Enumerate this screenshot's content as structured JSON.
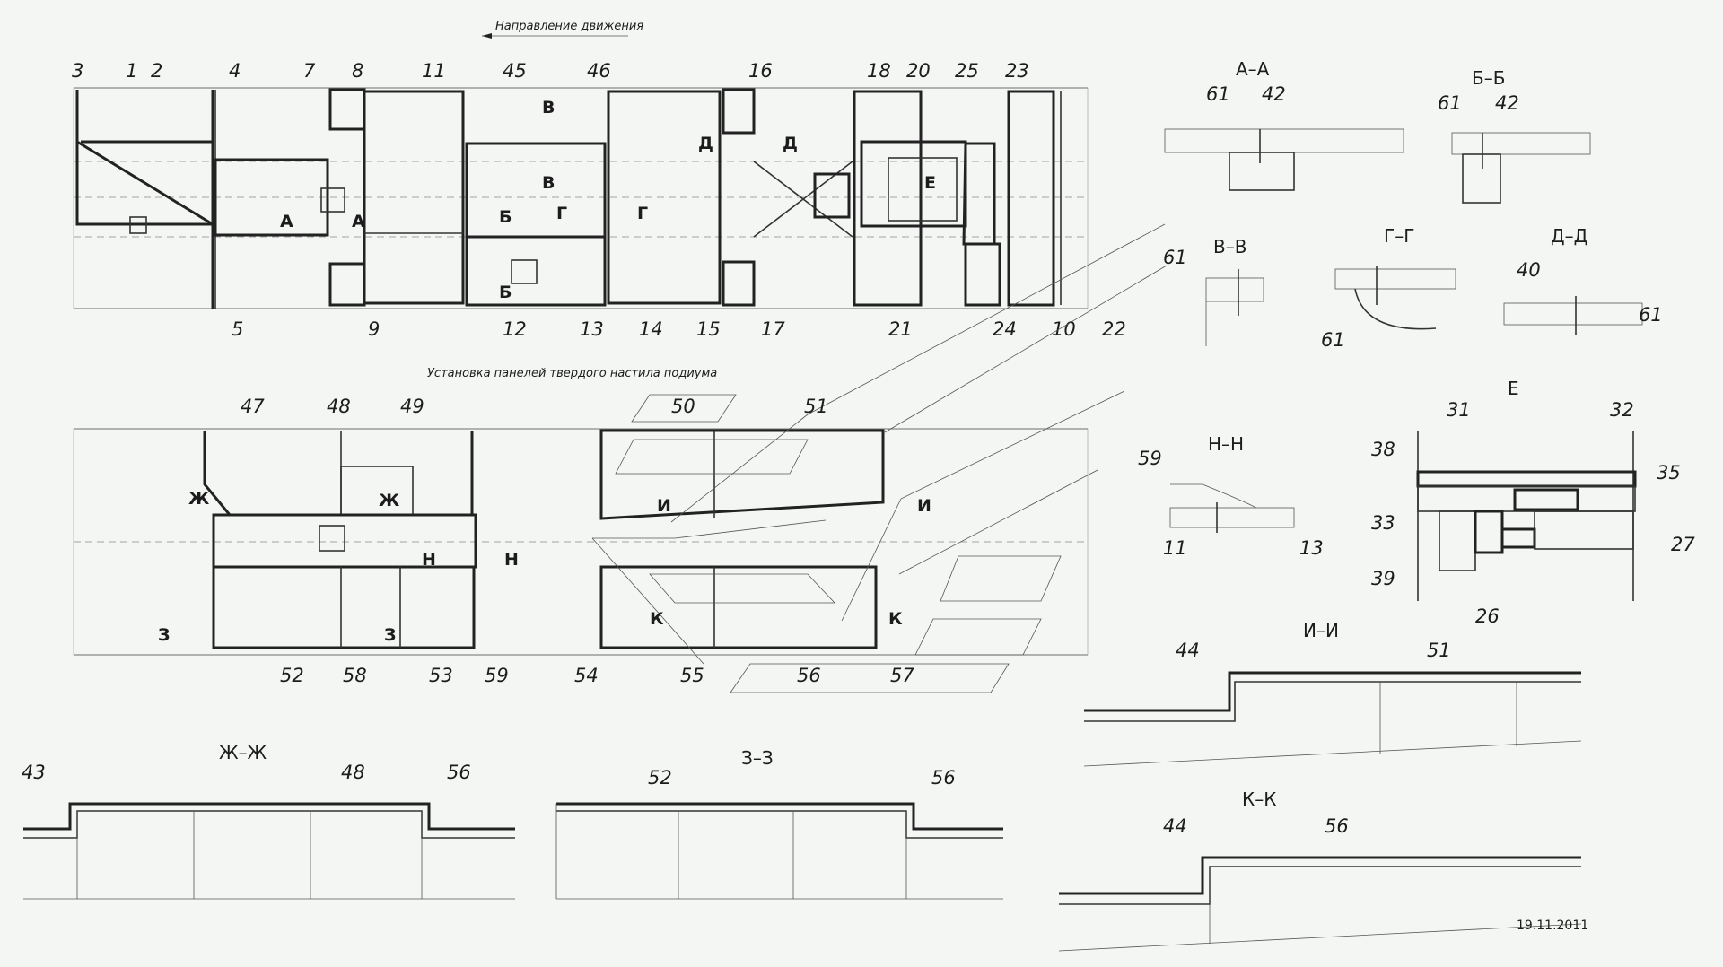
{
  "top_plan": {
    "caption": "Направление движения",
    "callouts_top": [
      "3",
      "1",
      "2",
      "4",
      "7",
      "8",
      "11",
      "45",
      "46",
      "16",
      "18",
      "20",
      "25",
      "23"
    ],
    "callouts_bottom": [
      "5",
      "9",
      "12",
      "13",
      "14",
      "15",
      "17",
      "21",
      "24",
      "10",
      "22"
    ],
    "section_marks": [
      "А",
      "А",
      "Б",
      "Б",
      "В",
      "В",
      "Г",
      "Г",
      "Д",
      "Д",
      "Е"
    ]
  },
  "podium_plan": {
    "caption": "Установка панелей твердого настила подиума",
    "callouts_top": [
      "47",
      "48",
      "49",
      "50",
      "51"
    ],
    "callouts_bottom": [
      "52",
      "58",
      "53",
      "59",
      "54",
      "55",
      "56",
      "57"
    ],
    "section_marks": [
      "Ж",
      "Ж",
      "З",
      "З",
      "Н",
      "Н",
      "И",
      "И",
      "К",
      "К"
    ]
  },
  "sections": {
    "aa": {
      "title": "А–А",
      "labels": [
        "61",
        "42"
      ]
    },
    "bb": {
      "title": "Б–Б",
      "labels": [
        "61",
        "42"
      ]
    },
    "vv": {
      "title": "В–В",
      "labels": [
        "61"
      ]
    },
    "gg": {
      "title": "Г–Г",
      "labels": [
        "61"
      ]
    },
    "dd": {
      "title": "Д–Д",
      "labels": [
        "40",
        "61"
      ]
    },
    "nn": {
      "title": "Н–Н",
      "labels": [
        "59",
        "11",
        "13"
      ]
    },
    "e": {
      "title": "Е",
      "labels": [
        "31",
        "32",
        "38",
        "35",
        "33",
        "27",
        "39",
        "26"
      ]
    },
    "ii": {
      "title": "И–И",
      "labels": [
        "44",
        "51"
      ]
    },
    "zhzh": {
      "title": "Ж–Ж",
      "labels": [
        "43",
        "48",
        "56"
      ]
    },
    "zz": {
      "title": "З–З",
      "labels": [
        "52",
        "56"
      ]
    },
    "kk": {
      "title": "К–К",
      "labels": [
        "44",
        "56"
      ]
    }
  },
  "date": "19.11.2011"
}
